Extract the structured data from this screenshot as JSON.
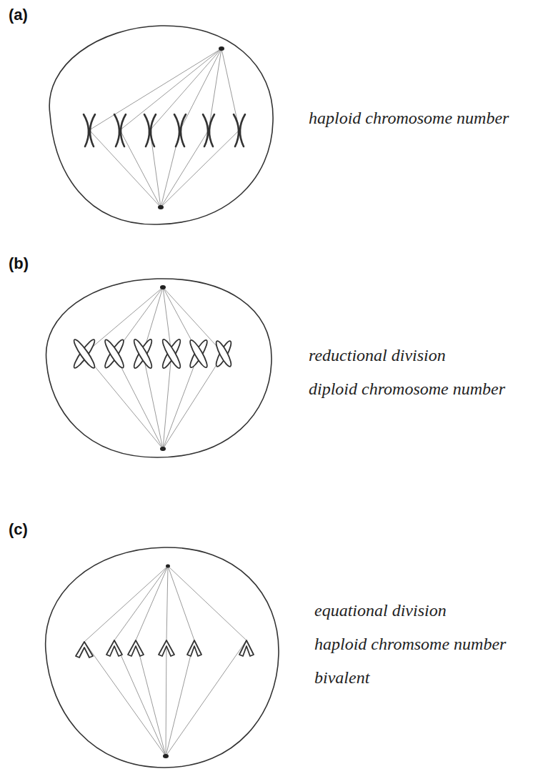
{
  "diagram": {
    "labels": [
      "(a)",
      "haploid chromosome number",
      "(b)",
      "reductional division",
      "diploid chromosome number",
      "(c)",
      "equational division",
      "haploid chromsome number",
      "bivalent"
    ]
  }
}
